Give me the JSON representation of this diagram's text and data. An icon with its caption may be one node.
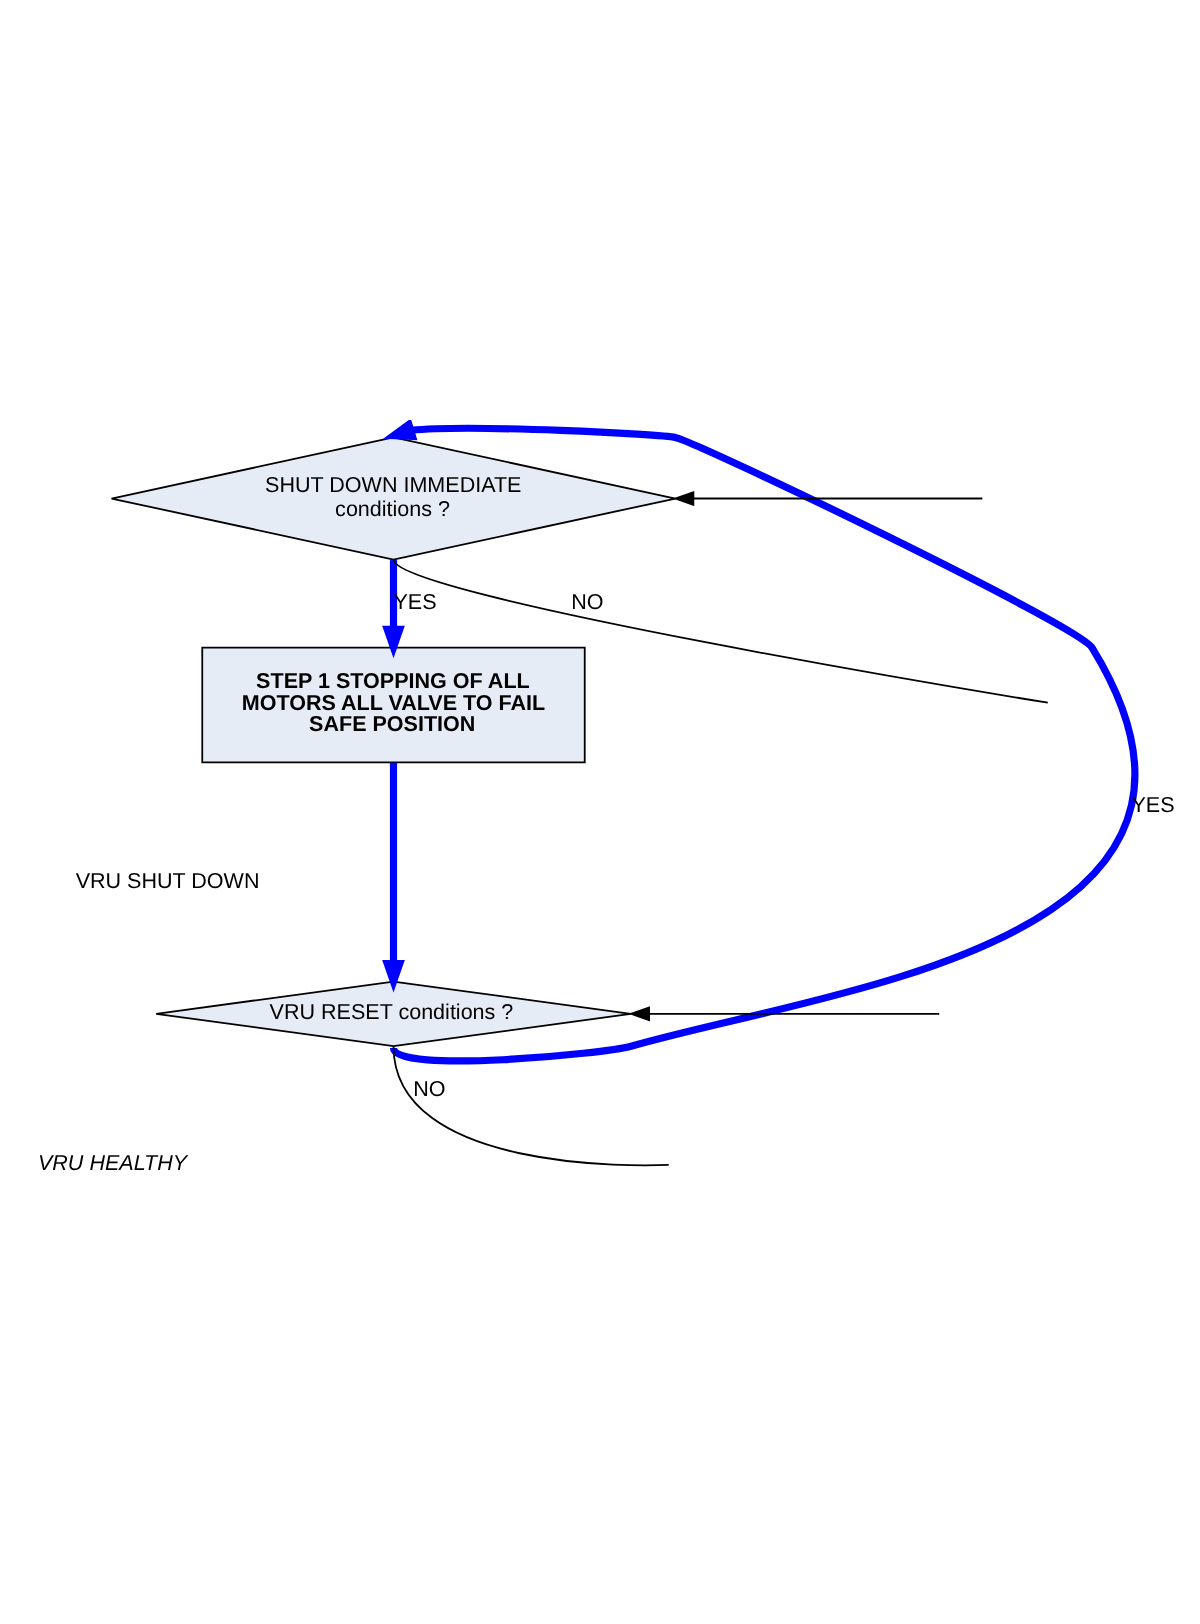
{
  "diagram": {
    "nodes": [
      {
        "text": [
          "SHUT DOWN IMMEDIATE conditions ?"
        ]
      },
      {
        "text": [
          "STEP 1 STOPPING OF ALL MOTORS ALL VALVE TO FAIL SAFE POSITION"
        ]
      },
      {
        "text": [
          "VRU RESET conditions ?"
        ]
      }
    ],
    "edges": [
      {
        "from": 0,
        "to": 1,
        "arrow": "to",
        "label": "YES",
        "style": "thick",
        "color": "#0000ff"
      },
      {
        "from": 0,
        "to": null,
        "arrow": "none",
        "label": "NO",
        "color": "#000000"
      },
      {
        "from": null,
        "to": 0,
        "arrow": "to",
        "color": "#000000"
      },
      {
        "from": 1,
        "to": 2,
        "arrow": "to",
        "style": "thick",
        "color": "#0000ff"
      },
      {
        "from": 2,
        "to": null,
        "arrow": "none",
        "label": "NO",
        "color": "#000000"
      },
      {
        "from": null,
        "to": 2,
        "arrow": "to",
        "color": "#000000"
      },
      {
        "from": 2,
        "to": 0,
        "arrow": "to",
        "label": "YES",
        "style": "thick",
        "color": "#0000ff"
      }
    ],
    "labels": [
      "VRU SHUT DOWN",
      "VRU HEALTHY"
    ]
  }
}
